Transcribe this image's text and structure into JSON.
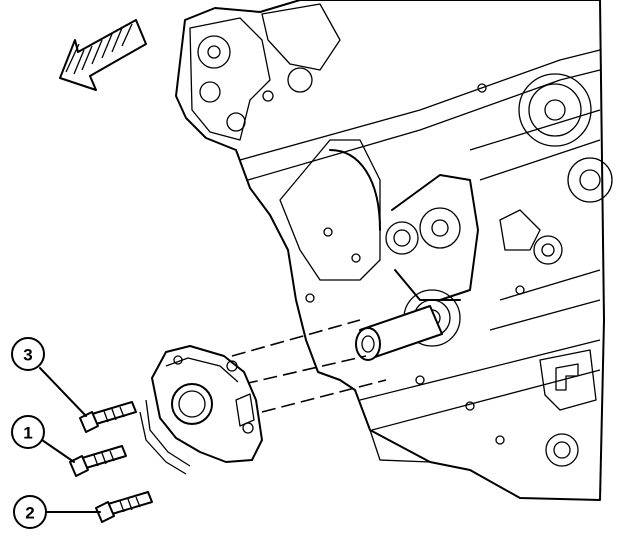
{
  "diagram": {
    "callouts": [
      {
        "id": "callout-3",
        "label": "3"
      },
      {
        "id": "callout-1",
        "label": "1"
      },
      {
        "id": "callout-2",
        "label": "2"
      }
    ],
    "icons": {
      "direction_arrow": "front-direction-arrow-icon"
    }
  }
}
